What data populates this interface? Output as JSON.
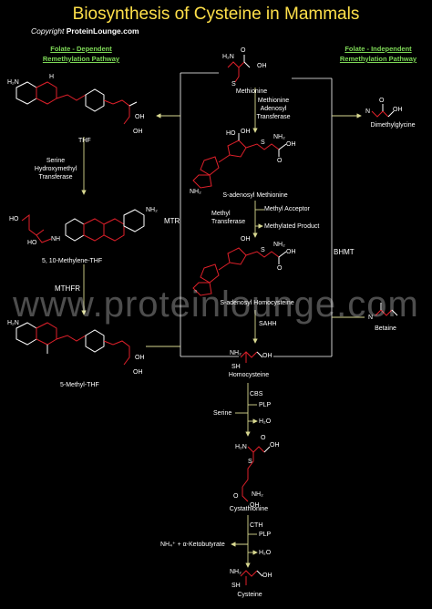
{
  "title": "Biosynthesis of Cysteine in Mammals",
  "copyright_prefix": "Copyright",
  "copyright_site": "ProteinLounge.com",
  "watermark": "www.proteinlounge.com",
  "pathways": {
    "left_header_line1": "Folate - Dependent",
    "left_header_line2": "Remethylation Pathway",
    "right_header_line1": "Folate - Independent",
    "right_header_line2": "Remethylation Pathway"
  },
  "compounds": {
    "methionine": "Methionine",
    "dimethylglycine": "Dimethylglycine",
    "s_adenosyl_methionine": "S-adenosyl Methionine",
    "methylated_product": "Methylated Product",
    "s_adenosyl_homocysteine": "S-adenosyl Homocysteine",
    "betaine": "Betaine",
    "homocysteine": "Homocysteine",
    "cystathionine": "Cystathionine",
    "cysteine": "Cysteine",
    "thf": "THF",
    "methylene_thf": "5, 10-Methylene-THF",
    "methyl_thf": "5-Methyl-THF",
    "ammonium_ketobutyrate": "NH₄⁺ + α-Ketobutyrate"
  },
  "enzymes": {
    "mat_line1": "Methionine",
    "mat_line2": "Adenosyl",
    "mat_line3": "Transferase",
    "mt_line1": "Methyl",
    "mt_line2": "Transferase",
    "methyl_acceptor": "Methyl Acceptor",
    "shmt_line1": "Serine",
    "shmt_line2": "Hydroxymethyl",
    "shmt_line3": "Transferase",
    "mthfr": "MTHFR",
    "mtr": "MTR",
    "bhmt": "BHMT",
    "sahh": "SAHH",
    "cbs": "CBS",
    "cth": "CTH"
  },
  "cofactors": {
    "serine": "Serine",
    "plp_1": "PLP",
    "h2o_1": "H₂O",
    "plp_2": "PLP",
    "h2o_2": "H₂O"
  },
  "atoms": {
    "oh": "OH",
    "o": "O",
    "n": "N",
    "nh": "NH",
    "h": "H",
    "h2n": "H₂N",
    "nh2": "NH₂",
    "s": "S",
    "sh": "SH",
    "ho": "HO"
  },
  "colors": {
    "background": "#000000",
    "title": "#ffe04a",
    "pathway_header": "#7ed957",
    "arrow": "#d8d890",
    "bond_red": "#e0202a",
    "bond_white": "#ffffff",
    "box_line": "#ffffff"
  }
}
